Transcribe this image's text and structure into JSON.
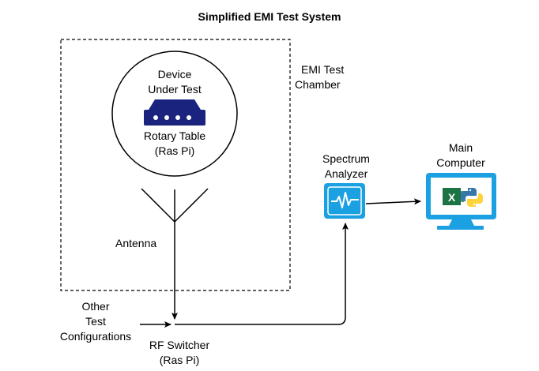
{
  "title": "Simplified EMI Test System",
  "chamber": {
    "line1": "EMI Test",
    "line2": "Chamber"
  },
  "dut": {
    "line1": "Device",
    "line2": "Under Test"
  },
  "rotary": {
    "line1": "Rotary Table",
    "line2": "(Ras Pi)"
  },
  "antenna": {
    "label": "Antenna"
  },
  "spectrum": {
    "line1": "Spectrum",
    "line2": "Analyzer"
  },
  "computer": {
    "line1": "Main",
    "line2": "Computer",
    "app_icons": [
      "excel-icon",
      "python-icon"
    ]
  },
  "other": {
    "line1": "Other",
    "line2": "Test",
    "line3": "Configurations"
  },
  "switcher": {
    "line1": "RF Switcher",
    "line2": "(Ras Pi)"
  },
  "colors": {
    "device_navy": "#1a237e",
    "accent_blue": "#1ba1e2",
    "excel_green": "#1d7344",
    "python_blue": "#3776ab",
    "python_yellow": "#ffd43b"
  }
}
